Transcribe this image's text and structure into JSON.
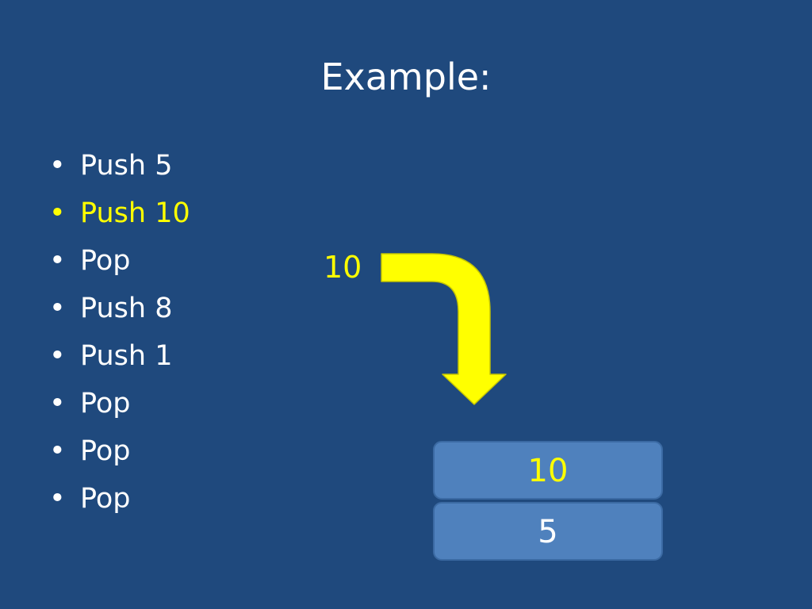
{
  "slide": {
    "title": "Example:",
    "operations": [
      {
        "text": "Push 5",
        "highlighted": false
      },
      {
        "text": "Push 10",
        "highlighted": true
      },
      {
        "text": "Pop",
        "highlighted": false
      },
      {
        "text": "Push 8",
        "highlighted": false
      },
      {
        "text": "Push 1",
        "highlighted": false
      },
      {
        "text": "Pop",
        "highlighted": false
      },
      {
        "text": "Pop",
        "highlighted": false
      },
      {
        "text": "Pop",
        "highlighted": false
      }
    ],
    "arrow_value": "10",
    "stack": [
      "10",
      "5"
    ],
    "colors": {
      "background": "#1f497d",
      "highlight": "#ffff00",
      "stack_box": "#4f81bd",
      "text": "#ffffff"
    }
  }
}
